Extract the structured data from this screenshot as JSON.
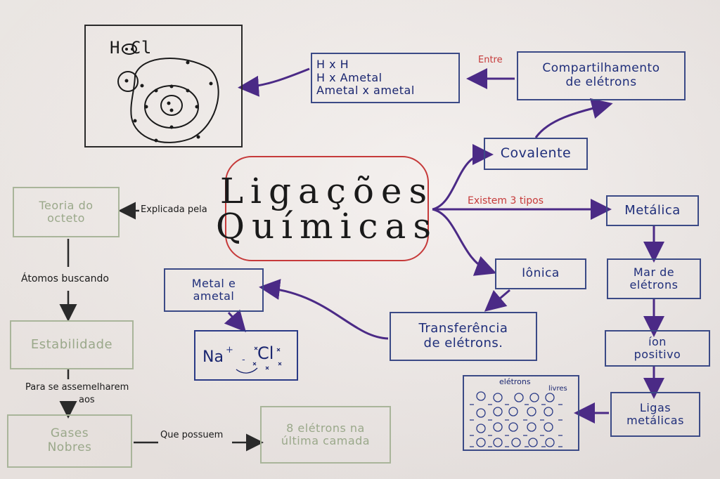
{
  "center": {
    "line1": "Ligações",
    "line2": "Químicas"
  },
  "hocl_box": {
    "formula": "H  Cl"
  },
  "covalent_types": {
    "line1": "H x H",
    "line2": "H x Ametal",
    "line3": "Ametal x ametal"
  },
  "label_entre": "Entre",
  "compart": {
    "line1": "Compartilhamento",
    "line2": "de elétrons"
  },
  "covalente": "Covalente",
  "label_tipos": "Existem 3 tipos",
  "metalica": "Metálica",
  "ionica": "Iônica",
  "mar": {
    "line1": "Mar de",
    "line2": "elétrons"
  },
  "ion_pos": {
    "line1": "íon",
    "line2": "positivo"
  },
  "ligas": {
    "line1": "Ligas",
    "line2": "metálicas"
  },
  "eletrons_livres": {
    "line1": "elétrons",
    "line2": "livres"
  },
  "transf": {
    "line1": "Transferência",
    "line2": "de elétrons."
  },
  "metal_ametal": {
    "line1": "Metal e",
    "line2": "ametal"
  },
  "nacl": {
    "na": "Na",
    "cl": "Cl"
  },
  "teoria": {
    "line1": "Teoria do",
    "line2": "octeto"
  },
  "label_explicada": "Explicada pela",
  "label_atomos": "Átomos buscando",
  "estabilidade": "Estabilidade",
  "label_assemelhar": {
    "line1": "Para se assemelharem",
    "line2": "aos"
  },
  "gases": {
    "line1": "Gases",
    "line2": "Nobres"
  },
  "label_possuem": "Que possuem",
  "oito": {
    "line1": "8 elétrons na",
    "line2": "última camada"
  },
  "colors": {
    "blue": "#3b4a86",
    "purple": "#5a2e8c",
    "red": "#c63a3a",
    "green": "#a9b59a",
    "text_blue": "#1f2e7a"
  }
}
